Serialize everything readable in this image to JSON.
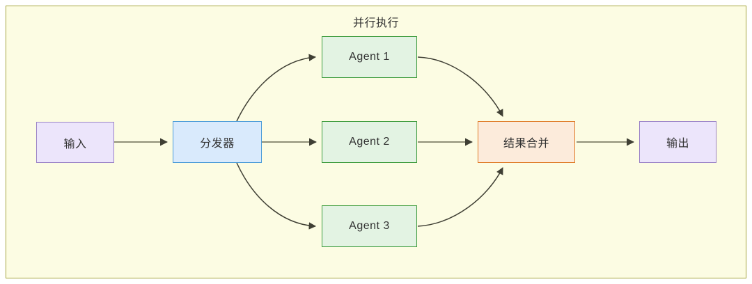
{
  "diagram": {
    "group": {
      "title": "并行执行",
      "background_color": "#fcfce3",
      "border_color": "#a6a63d"
    },
    "nodes": [
      {
        "id": "input",
        "label": "输入",
        "fill": "#ece5fb",
        "stroke": "#9b83c7"
      },
      {
        "id": "dispatcher",
        "label": "分发器",
        "fill": "#d9eafc",
        "stroke": "#4a9bd8"
      },
      {
        "id": "agent1",
        "label": "Agent 1",
        "fill": "#e3f3e3",
        "stroke": "#3c9b3c"
      },
      {
        "id": "agent2",
        "label": "Agent 2",
        "fill": "#e3f3e3",
        "stroke": "#3c9b3c"
      },
      {
        "id": "agent3",
        "label": "Agent 3",
        "fill": "#e3f3e3",
        "stroke": "#3c9b3c"
      },
      {
        "id": "merge",
        "label": "结果合并",
        "fill": "#fcebdb",
        "stroke": "#e07b27"
      },
      {
        "id": "output",
        "label": "输出",
        "fill": "#ece5fb",
        "stroke": "#9b83c7"
      }
    ],
    "edges": [
      {
        "from": "input",
        "to": "dispatcher",
        "style": "straight"
      },
      {
        "from": "dispatcher",
        "to": "agent1",
        "style": "curved"
      },
      {
        "from": "dispatcher",
        "to": "agent2",
        "style": "straight"
      },
      {
        "from": "dispatcher",
        "to": "agent3",
        "style": "curved"
      },
      {
        "from": "agent1",
        "to": "merge",
        "style": "curved"
      },
      {
        "from": "agent2",
        "to": "merge",
        "style": "straight"
      },
      {
        "from": "agent3",
        "to": "merge",
        "style": "curved"
      },
      {
        "from": "merge",
        "to": "output",
        "style": "straight"
      }
    ],
    "edge_color": "#3f3f34"
  }
}
